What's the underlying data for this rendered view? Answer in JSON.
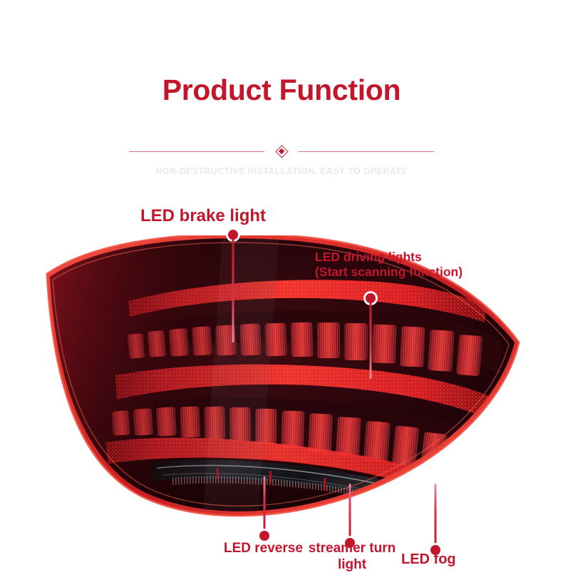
{
  "header": {
    "title": "Product Function",
    "subtitle": "NON-DESTRUCTIVE INSTALLATION, EASY TO OPERATE",
    "divider_icon": "diamond-icon",
    "title_color": "#c3162c",
    "subtitle_color": "#e9e9e9"
  },
  "product": {
    "name": "led-tail-light-assembly",
    "body_color": "#2a0509",
    "rim_color": "#e8352c",
    "lens_color": "#8e0f1a",
    "led_color": "#ff2a2a",
    "smoke_strip_color": "#17171a"
  },
  "callouts": [
    {
      "id": "led-brake-light",
      "label": "LED brake light",
      "pointer": "down",
      "dot_color": "#c3162c"
    },
    {
      "id": "led-driving-lights",
      "label": "LED driving lights\n(Start scanning function)",
      "pointer": "down",
      "dot_color": "#c3162c"
    },
    {
      "id": "led-reverse",
      "label": "LED reverse",
      "pointer": "up",
      "dot_color": "#c3162c"
    },
    {
      "id": "streamer-turn-light",
      "label": "streamer turn light",
      "pointer": "up",
      "dot_color": "#c3162c"
    },
    {
      "id": "led-fog",
      "label": "LED fog",
      "pointer": "up",
      "dot_color": "#c3162c"
    }
  ]
}
